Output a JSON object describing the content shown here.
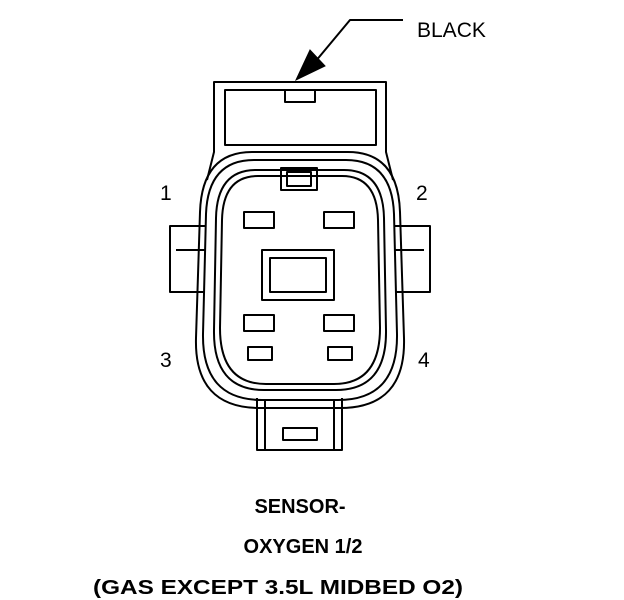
{
  "connector": {
    "color_label": "BLACK",
    "pins": {
      "p1": "1",
      "p2": "2",
      "p3": "3",
      "p4": "4"
    }
  },
  "caption": {
    "line1": "SENSOR-",
    "line2": "OXYGEN 1/2",
    "line3": "(GAS EXCEPT 3.5L MIDBED O2)"
  },
  "colors": {
    "ink": "#000000",
    "background": "#ffffff"
  }
}
